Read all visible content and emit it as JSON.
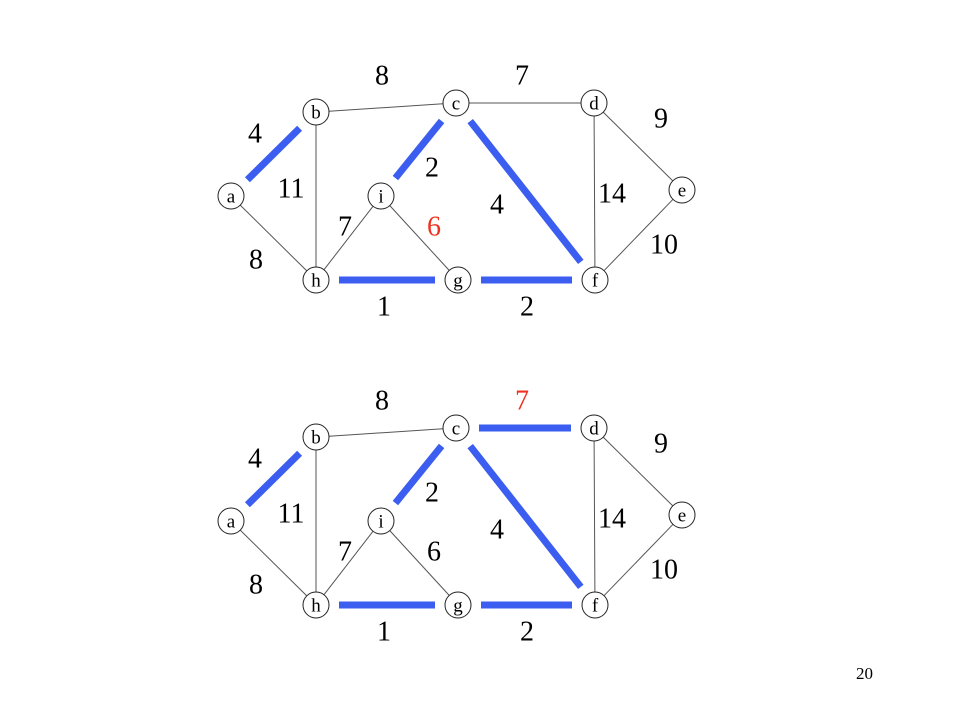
{
  "colors": {
    "highlight_edge": "#3b5ef0",
    "highlight_weight": "#ee3322",
    "normal_weight": "#000000"
  },
  "page_number": "20",
  "graphs": [
    {
      "nodes": [
        "a",
        "b",
        "c",
        "d",
        "e",
        "f",
        "g",
        "h",
        "i"
      ],
      "edges": [
        {
          "from": "a",
          "to": "b",
          "weight": "4",
          "selected": true,
          "candidate": false
        },
        {
          "from": "a",
          "to": "h",
          "weight": "8",
          "selected": false,
          "candidate": false
        },
        {
          "from": "b",
          "to": "c",
          "weight": "8",
          "selected": false,
          "candidate": false
        },
        {
          "from": "b",
          "to": "h",
          "weight": "11",
          "selected": false,
          "candidate": false
        },
        {
          "from": "c",
          "to": "d",
          "weight": "7",
          "selected": false,
          "candidate": false
        },
        {
          "from": "c",
          "to": "i",
          "weight": "2",
          "selected": true,
          "candidate": false
        },
        {
          "from": "c",
          "to": "f",
          "weight": "4",
          "selected": true,
          "candidate": false
        },
        {
          "from": "d",
          "to": "e",
          "weight": "9",
          "selected": false,
          "candidate": false
        },
        {
          "from": "d",
          "to": "f",
          "weight": "14",
          "selected": false,
          "candidate": false
        },
        {
          "from": "e",
          "to": "f",
          "weight": "10",
          "selected": false,
          "candidate": false
        },
        {
          "from": "f",
          "to": "g",
          "weight": "2",
          "selected": true,
          "candidate": false
        },
        {
          "from": "g",
          "to": "h",
          "weight": "1",
          "selected": true,
          "candidate": false
        },
        {
          "from": "g",
          "to": "i",
          "weight": "6",
          "selected": false,
          "candidate": true
        },
        {
          "from": "h",
          "to": "i",
          "weight": "7",
          "selected": false,
          "candidate": false
        }
      ]
    },
    {
      "nodes": [
        "a",
        "b",
        "c",
        "d",
        "e",
        "f",
        "g",
        "h",
        "i"
      ],
      "edges": [
        {
          "from": "a",
          "to": "b",
          "weight": "4",
          "selected": true,
          "candidate": false
        },
        {
          "from": "a",
          "to": "h",
          "weight": "8",
          "selected": false,
          "candidate": false
        },
        {
          "from": "b",
          "to": "c",
          "weight": "8",
          "selected": false,
          "candidate": false
        },
        {
          "from": "b",
          "to": "h",
          "weight": "11",
          "selected": false,
          "candidate": false
        },
        {
          "from": "c",
          "to": "d",
          "weight": "7",
          "selected": true,
          "candidate": true
        },
        {
          "from": "c",
          "to": "i",
          "weight": "2",
          "selected": true,
          "candidate": false
        },
        {
          "from": "c",
          "to": "f",
          "weight": "4",
          "selected": true,
          "candidate": false
        },
        {
          "from": "d",
          "to": "e",
          "weight": "9",
          "selected": false,
          "candidate": false
        },
        {
          "from": "d",
          "to": "f",
          "weight": "14",
          "selected": false,
          "candidate": false
        },
        {
          "from": "e",
          "to": "f",
          "weight": "10",
          "selected": false,
          "candidate": false
        },
        {
          "from": "f",
          "to": "g",
          "weight": "2",
          "selected": true,
          "candidate": false
        },
        {
          "from": "g",
          "to": "h",
          "weight": "1",
          "selected": true,
          "candidate": false
        },
        {
          "from": "g",
          "to": "i",
          "weight": "6",
          "selected": false,
          "candidate": false
        },
        {
          "from": "h",
          "to": "i",
          "weight": "7",
          "selected": false,
          "candidate": false
        }
      ]
    }
  ]
}
